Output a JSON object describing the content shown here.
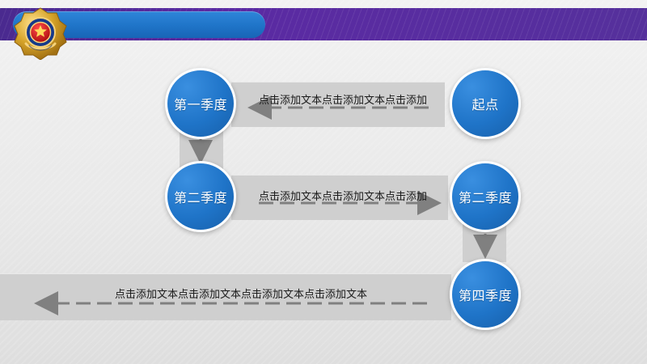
{
  "colors": {
    "header_purple": "#5b2aa3",
    "title_blue": "#1f74c8",
    "node_blue": "#1f74c8",
    "band_gray": "#cfcfcf",
    "arrow_gray": "#808080"
  },
  "header": {
    "emblem_icon": "police-emblem-icon"
  },
  "nodes": {
    "start": "起点",
    "q1": "第一季度",
    "q2": "第二季度",
    "q3": "第二季度",
    "q4": "第四季度"
  },
  "bands": {
    "top_text": "点击添加文本点击添加文本点击添加",
    "middle_text": "点击添加文本点击添加文本点击添加",
    "bottom_text": "点击添加文本点击添加文本点击添加文本点击添加文本"
  }
}
